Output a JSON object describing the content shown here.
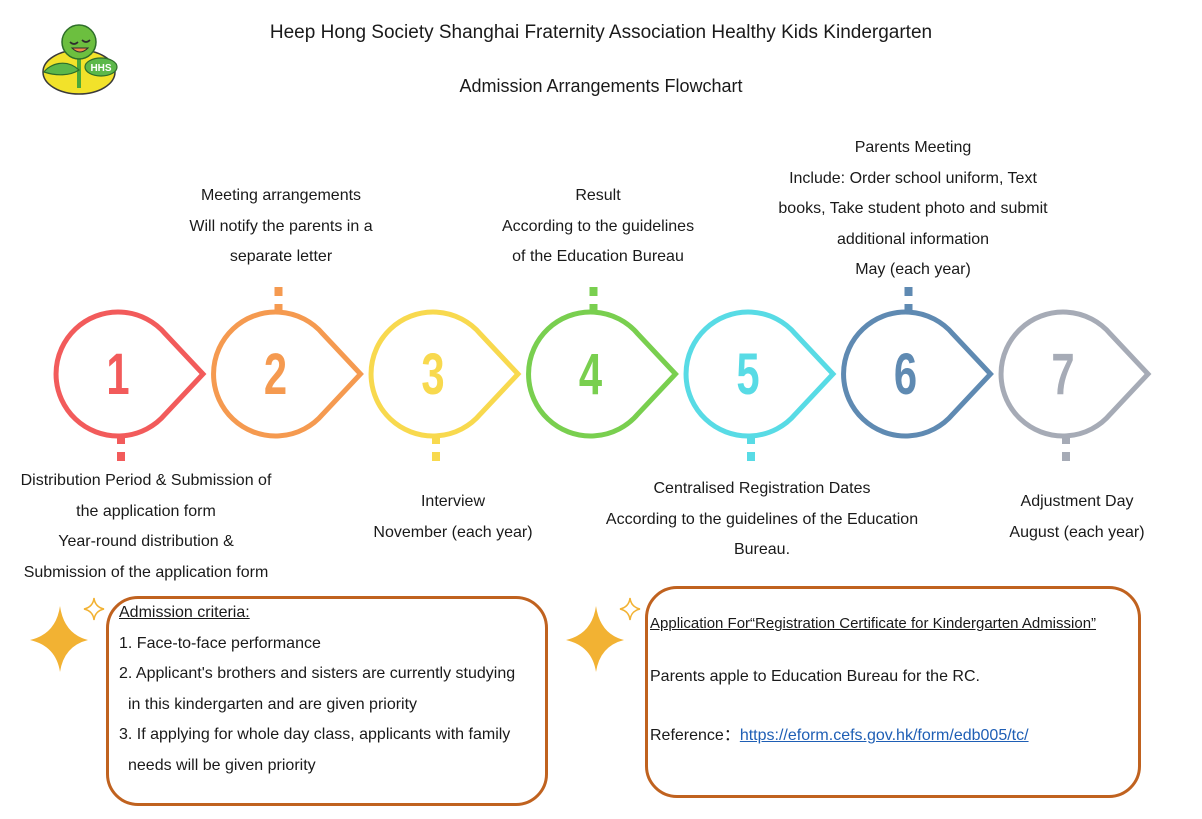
{
  "header": {
    "title": "Heep Hong Society Shanghai Fraternity Association Healthy Kids Kindergarten",
    "subtitle": "Admission Arrangements Flowchart",
    "logo_text": "HHS"
  },
  "steps": [
    {
      "number": "1",
      "color": "#f25b5b",
      "position": "bottom",
      "lines": [
        "Distribution Period & Submission of",
        "the application form",
        "Year-round distribution &",
        "Submission of the application form"
      ]
    },
    {
      "number": "2",
      "color": "#f59a50",
      "position": "top",
      "lines": [
        "Meeting arrangements",
        "Will notify the parents in a",
        "separate letter"
      ]
    },
    {
      "number": "3",
      "color": "#f8d94e",
      "position": "bottom",
      "lines": [
        "Interview",
        "November (each year)"
      ]
    },
    {
      "number": "4",
      "color": "#79cf4f",
      "position": "top",
      "lines": [
        "Result",
        "According to the guidelines",
        "of the Education Bureau"
      ]
    },
    {
      "number": "5",
      "color": "#58dbe5",
      "position": "bottom",
      "lines": [
        "Centralised Registration Dates",
        "According to the guidelines of the Education",
        "Bureau."
      ]
    },
    {
      "number": "6",
      "color": "#5f8ab2",
      "position": "top",
      "lines": [
        "Parents Meeting",
        "Include: Order school uniform, Text",
        "books, Take student photo and submit",
        "additional information",
        "May (each year)"
      ]
    },
    {
      "number": "7",
      "color": "#a6abb6",
      "position": "bottom",
      "lines": [
        "Adjustment Day",
        "August (each year)"
      ]
    }
  ],
  "criteria": {
    "title": "Admission criteria:",
    "lines": [
      "1. Face-to-face performance",
      "2. Applicant's brothers and sisters are currently studying",
      "in this kindergarten and are given priority",
      "3. If applying for whole day class, applicants with family",
      "needs will be given priority"
    ]
  },
  "application": {
    "title": "Application For“Registration Certificate for Kindergarten Admission”",
    "body": "Parents apple to Education Bureau for the RC.",
    "reference_label": "Reference：",
    "reference_link": "https://eform.cefs.gov.hk/form/edb005/tc/"
  },
  "colors": {
    "box_border": "#c0621f",
    "sparkle": "#f2b233",
    "link": "#1f5fb5"
  }
}
